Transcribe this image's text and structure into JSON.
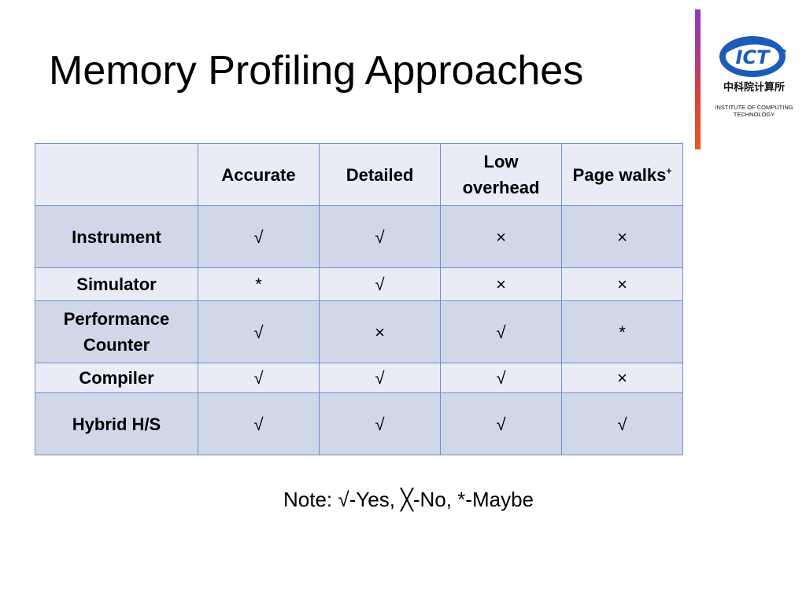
{
  "slide": {
    "title": "Memory Profiling Approaches",
    "note": "Note: √-Yes, ╳-No, *-Maybe"
  },
  "logo": {
    "icon": "ict-logo",
    "acronym": "ICT",
    "chinese_text": "中科院计算所",
    "english_line1": "INSTITUTE OF COMPUTING",
    "english_line2": "TECHNOLOGY"
  },
  "colors": {
    "table_border": "#6f8fcf",
    "row_light": "#e9ecf5",
    "row_dark": "#d0d7e9",
    "logo_blue": "#1a5cb8"
  },
  "table": {
    "columns": [
      "",
      "Accurate",
      "Detailed",
      "Low overhead",
      "Page walks"
    ],
    "column_suffix": {
      "4": "+"
    },
    "rows": [
      {
        "label": "Instrument",
        "cells": [
          "√",
          "√",
          "×",
          "×"
        ]
      },
      {
        "label": "Simulator",
        "cells": [
          "*",
          "√",
          "×",
          "×"
        ]
      },
      {
        "label": "Performance Counter",
        "cells": [
          "√",
          "×",
          "√",
          "*"
        ]
      },
      {
        "label": "Compiler",
        "cells": [
          "√",
          "√",
          "√",
          "×"
        ]
      },
      {
        "label": "Hybrid H/S",
        "cells": [
          "√",
          "√",
          "√",
          "√"
        ]
      }
    ]
  }
}
